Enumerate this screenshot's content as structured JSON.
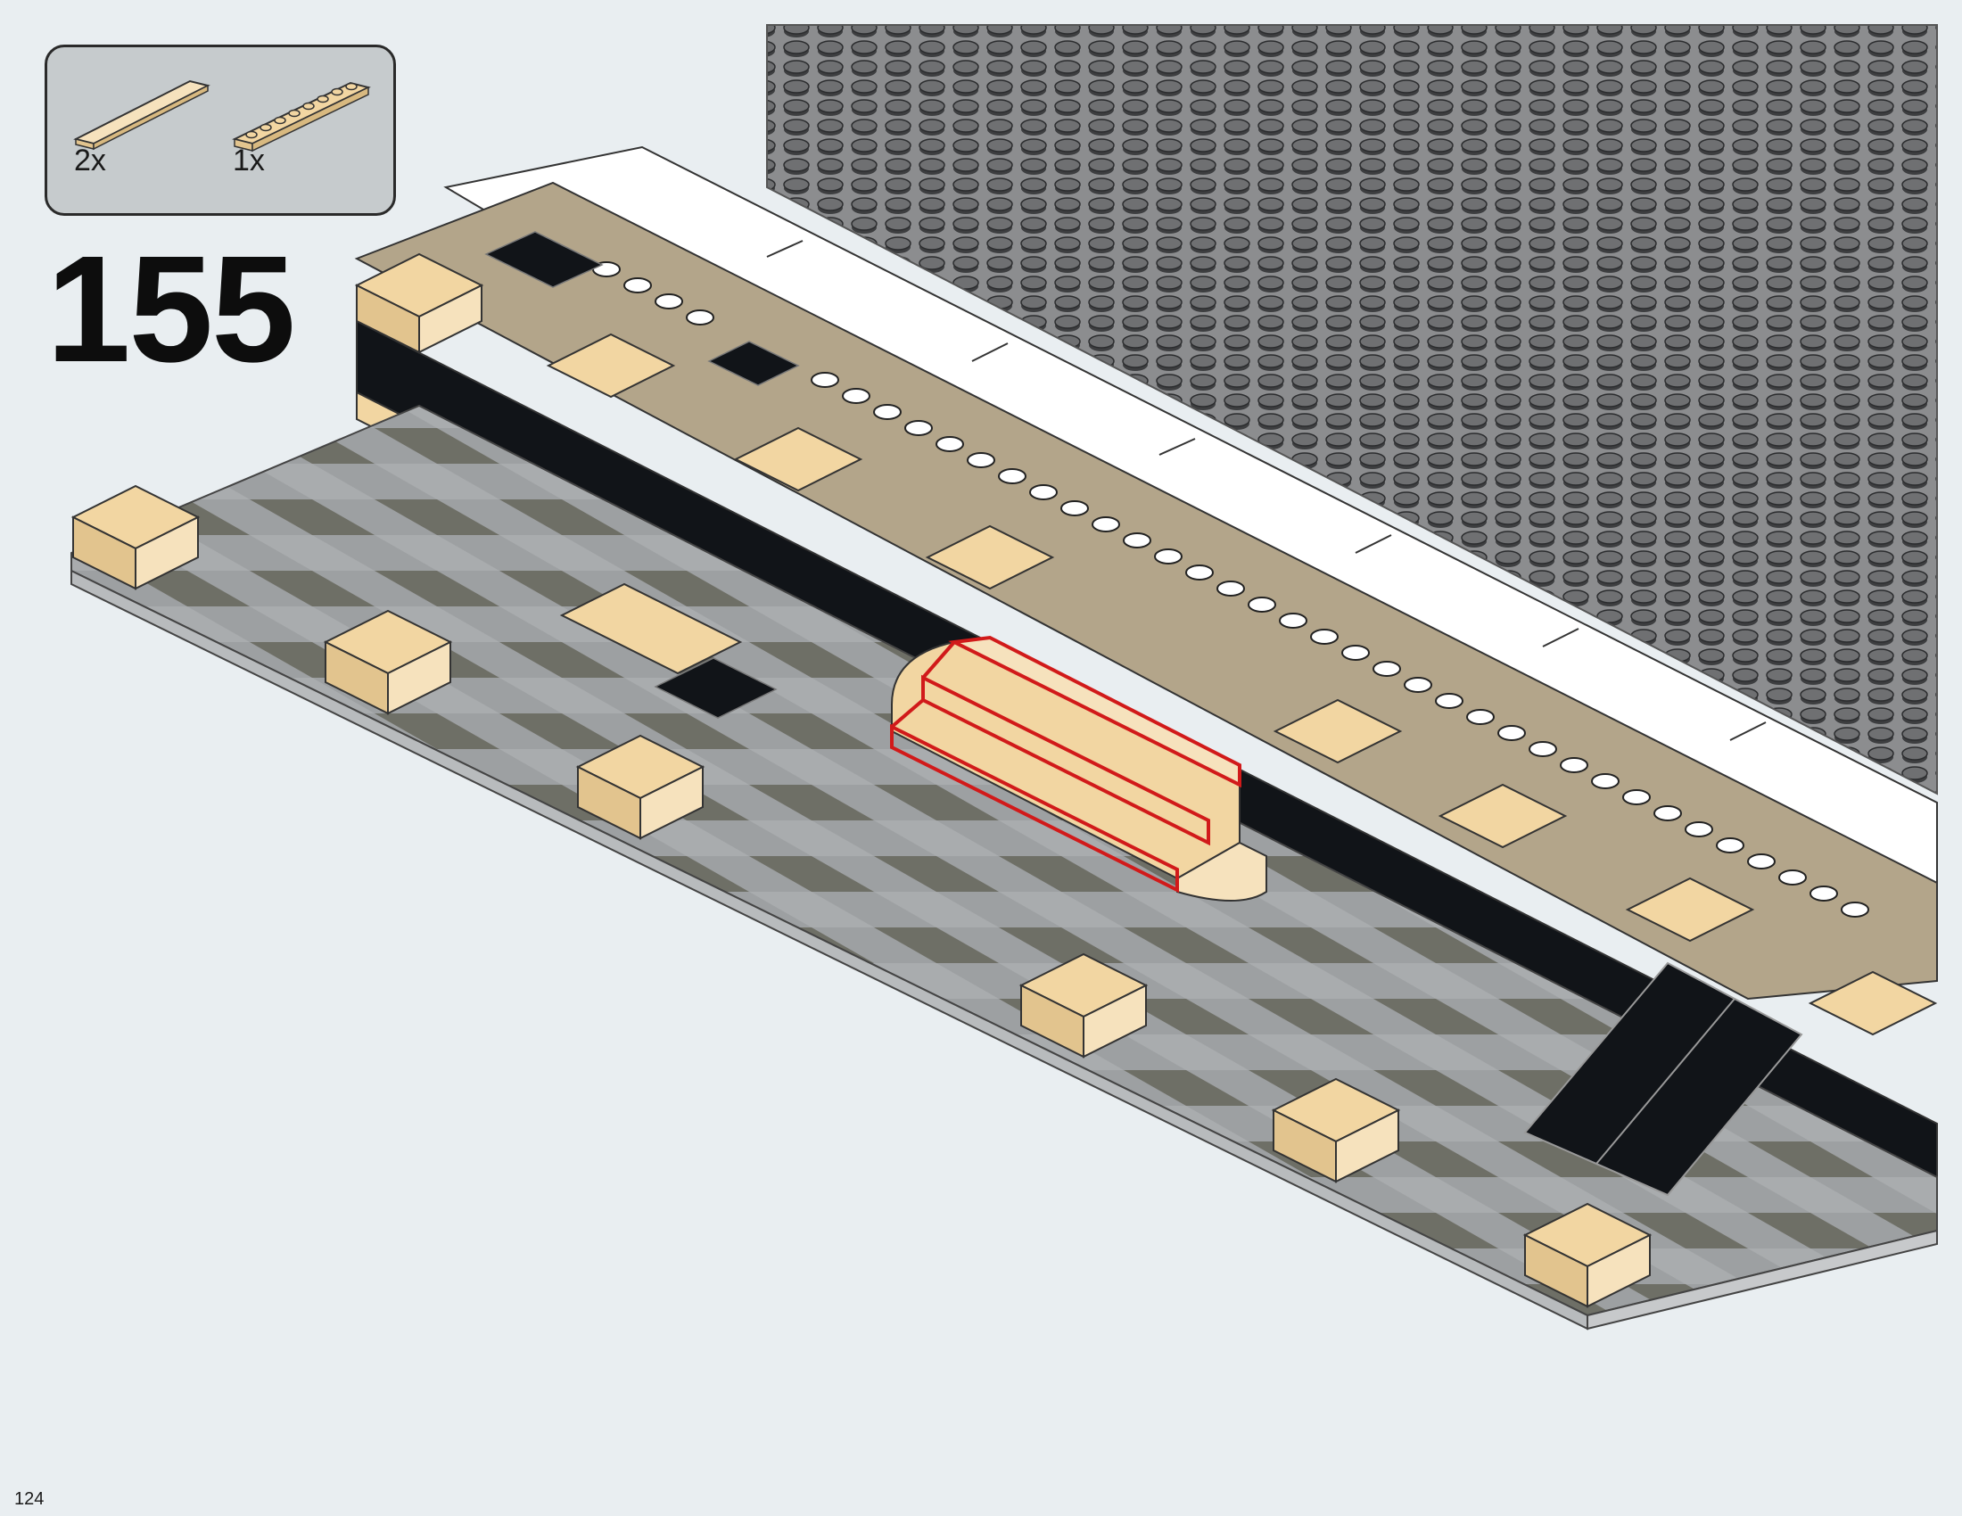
{
  "instruction_page": {
    "step_number": "155",
    "page_number": "124",
    "parts_list": [
      {
        "quantity": "2x",
        "part": "tan-tile-1x8-icon",
        "color": "#f2d6a2"
      },
      {
        "quantity": "1x",
        "part": "tan-plate-1x8-icon",
        "color": "#f2d6a2"
      }
    ],
    "highlight_color": "#d11a1a",
    "baseplate_color": "#8d8e8f",
    "tan_color": "#f2d6a2",
    "dark_tan_color": "#b3a58a",
    "black_color": "#111418"
  }
}
